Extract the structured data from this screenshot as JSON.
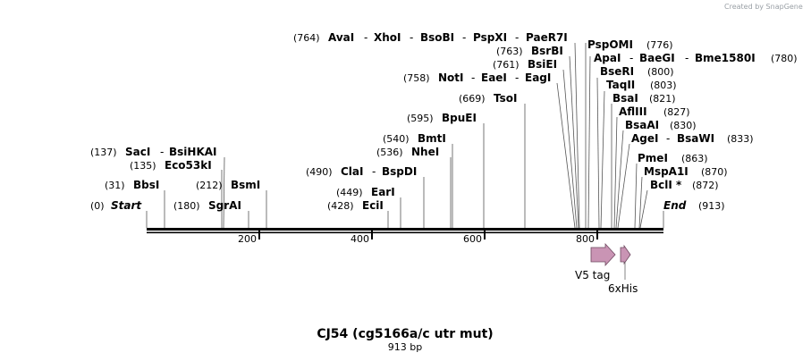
{
  "header": {
    "credit": "Created by SnapGene"
  },
  "map": {
    "title": "CJ54 (cg5166a/c utr mut)",
    "length_label": "913 bp",
    "length": 913,
    "ticks": [
      200,
      400,
      600,
      800
    ],
    "sites": [
      {
        "pos": "(0)",
        "names": [
          "Start"
        ],
        "terminus": true
      },
      {
        "pos": "(31)",
        "names": [
          "BbsI"
        ]
      },
      {
        "pos": "(135)",
        "names": [
          "Eco53kI"
        ]
      },
      {
        "pos": "(137)",
        "names": [
          "SacI",
          "BsiHKAI"
        ]
      },
      {
        "pos": "(180)",
        "names": [
          "SgrAI"
        ]
      },
      {
        "pos": "(212)",
        "names": [
          "BsmI"
        ]
      },
      {
        "pos": "(428)",
        "names": [
          "EciI"
        ]
      },
      {
        "pos": "(449)",
        "names": [
          "EarI"
        ]
      },
      {
        "pos": "(490)",
        "names": [
          "ClaI",
          "BspDI"
        ]
      },
      {
        "pos": "(536)",
        "names": [
          "NheI"
        ]
      },
      {
        "pos": "(540)",
        "names": [
          "BmtI"
        ]
      },
      {
        "pos": "(595)",
        "names": [
          "BpuEI"
        ]
      },
      {
        "pos": "(669)",
        "names": [
          "TsoI"
        ]
      },
      {
        "pos": "(758)",
        "names": [
          "NotI",
          "EaeI",
          "EagI"
        ]
      },
      {
        "pos": "(761)",
        "names": [
          "BsiEI"
        ]
      },
      {
        "pos": "(763)",
        "names": [
          "BsrBI"
        ]
      },
      {
        "pos": "(764)",
        "names": [
          "AvaI",
          "XhoI",
          "BsoBI",
          "PspXI",
          "PaeR7I"
        ]
      },
      {
        "pos": "(776)",
        "names": [
          "PspOMI"
        ]
      },
      {
        "pos": "(780)",
        "names": [
          "ApaI",
          "BaeGI",
          "Bme1580I"
        ]
      },
      {
        "pos": "(800)",
        "names": [
          "BseRI"
        ]
      },
      {
        "pos": "(803)",
        "names": [
          "TaqII"
        ]
      },
      {
        "pos": "(821)",
        "names": [
          "BsaI"
        ]
      },
      {
        "pos": "(827)",
        "names": [
          "AflIII"
        ]
      },
      {
        "pos": "(830)",
        "names": [
          "BsaAI"
        ]
      },
      {
        "pos": "(833)",
        "names": [
          "AgeI",
          "BsaWI"
        ]
      },
      {
        "pos": "(863)",
        "names": [
          "PmeI"
        ]
      },
      {
        "pos": "(870)",
        "names": [
          "MspA1I"
        ]
      },
      {
        "pos": "(872)",
        "names": [
          "BclI *"
        ]
      },
      {
        "pos": "(913)",
        "names": [
          "End"
        ],
        "terminus": true
      }
    ],
    "features": [
      {
        "name": "V5 tag",
        "color": "#c994b4"
      },
      {
        "name": "6xHis",
        "color": "#c994b4"
      }
    ]
  }
}
